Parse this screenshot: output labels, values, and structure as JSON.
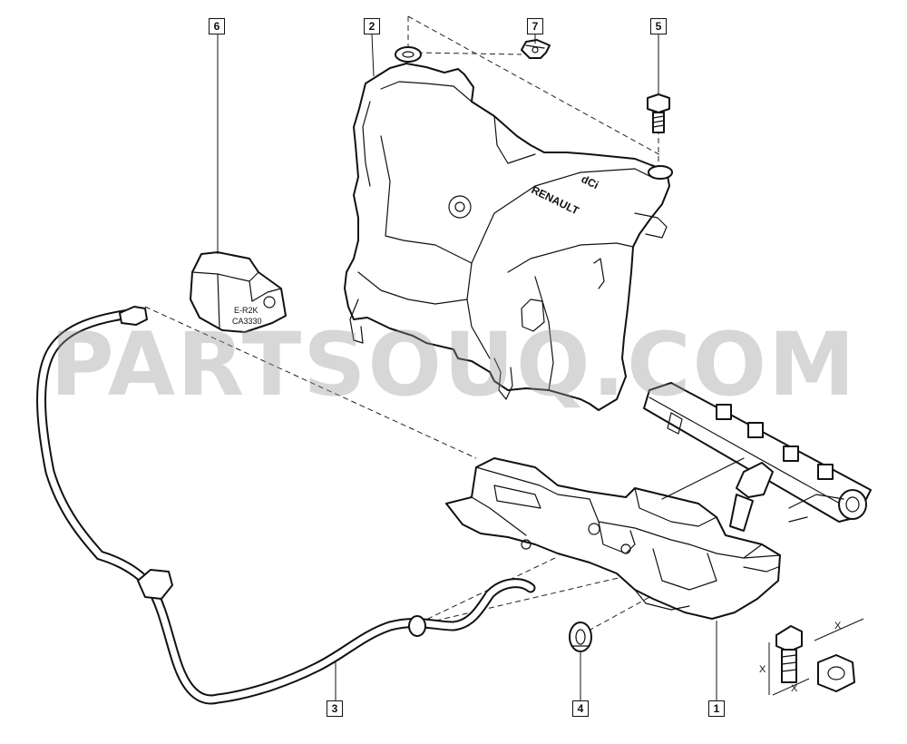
{
  "callouts": [
    {
      "id": "1",
      "label": "1"
    },
    {
      "id": "2",
      "label": "2"
    },
    {
      "id": "3",
      "label": "3"
    },
    {
      "id": "4",
      "label": "4"
    },
    {
      "id": "5",
      "label": "5"
    },
    {
      "id": "6",
      "label": "6"
    },
    {
      "id": "7",
      "label": "7"
    }
  ],
  "labels": {
    "cover_logo": "RENAULT",
    "cover_badge": "dCi",
    "bracket_text_1": "E-R2K",
    "bracket_text_2": "CA3330",
    "dimension_mark": "X"
  },
  "watermark": "PARTSOUQ.COM"
}
